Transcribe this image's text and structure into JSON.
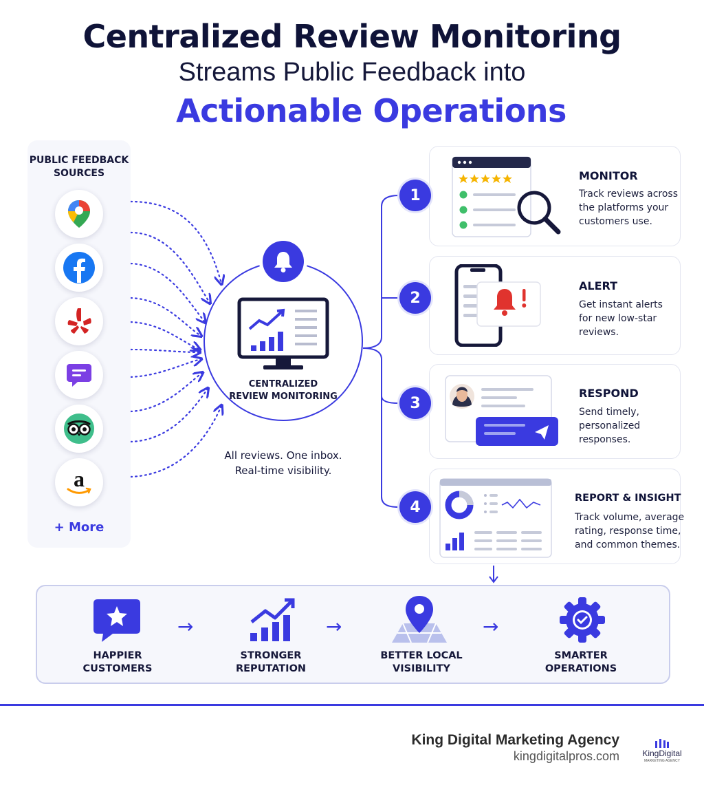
{
  "title": {
    "line1": "Centralized Review Monitoring",
    "line2": "Streams Public Feedback into",
    "line3": "Actionable Operations"
  },
  "sources": {
    "title_line1": "PUBLIC FEEDBACK",
    "title_line2": "SOURCES",
    "icons": [
      "google-maps-icon",
      "facebook-icon",
      "yelp-icon",
      "chat-icon",
      "tripadvisor-icon",
      "amazon-icon"
    ],
    "more": "+ More"
  },
  "hub": {
    "label_line1": "CENTRALIZED",
    "label_line2": "REVIEW MONITORING",
    "caption_line1": "All reviews. One inbox.",
    "caption_line2": "Real-time visibility."
  },
  "steps": [
    {
      "number": "1",
      "title": "MONITOR",
      "desc": [
        "Track reviews across",
        "the platforms your",
        "customers use."
      ]
    },
    {
      "number": "2",
      "title": "ALERT",
      "desc": [
        "Get instant alerts",
        "for new low-star",
        "reviews."
      ]
    },
    {
      "number": "3",
      "title": "RESPOND",
      "desc": [
        "Send timely,",
        "personalized",
        "responses."
      ]
    },
    {
      "number": "4",
      "title": "REPORT & INSIGHT",
      "desc": [
        "Track volume, average",
        "rating, response time,",
        "and common themes."
      ]
    }
  ],
  "outcomes": [
    {
      "line1": "HAPPIER",
      "line2": "CUSTOMERS",
      "icon": "star-chat-icon"
    },
    {
      "line1": "STRONGER",
      "line2": "REPUTATION",
      "icon": "growth-chart-icon"
    },
    {
      "line1": "BETTER LOCAL",
      "line2": "VISIBILITY",
      "icon": "map-pin-icon"
    },
    {
      "line1": "SMARTER",
      "line2": "OPERATIONS",
      "icon": "gear-check-icon"
    }
  ],
  "footer": {
    "agency_name": "King Digital Marketing Agency",
    "agency_url": "kingdigitalpros.com",
    "logo_text": "KingDigital",
    "logo_sub": "MARKETING AGENCY"
  },
  "colors": {
    "accent": "#3a3ae0",
    "dark": "#0f1338",
    "panel": "#f6f7fc"
  }
}
